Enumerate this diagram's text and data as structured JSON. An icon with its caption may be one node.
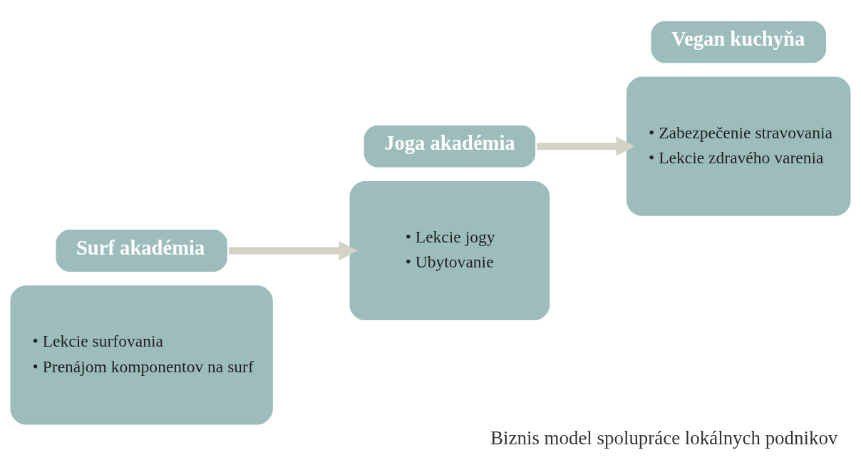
{
  "diagram": {
    "caption": "Biznis model spolupráce lokálnych podnikov",
    "nodes": [
      {
        "text": [
          "• Lekcie surfovania",
          "• Prenájom komponentov na surf"
        ]
      },
      {
        "text": [
          "Surf akadémia"
        ]
      },
      {
        "text": [
          "Joga akadémia"
        ]
      },
      {
        "text": [
          "• Lekcie jogy",
          "• Ubytovanie"
        ]
      },
      {
        "text": [
          "• Zabezpečenie stravovania",
          "• Lekcie zdravého varenia"
        ]
      },
      {
        "text": [
          "Vegan kuchyňa"
        ]
      }
    ],
    "edges": [
      {
        "from": 1,
        "to": 3,
        "arrow": "to"
      },
      {
        "from": 2,
        "to": 4,
        "arrow": "to"
      }
    ]
  }
}
